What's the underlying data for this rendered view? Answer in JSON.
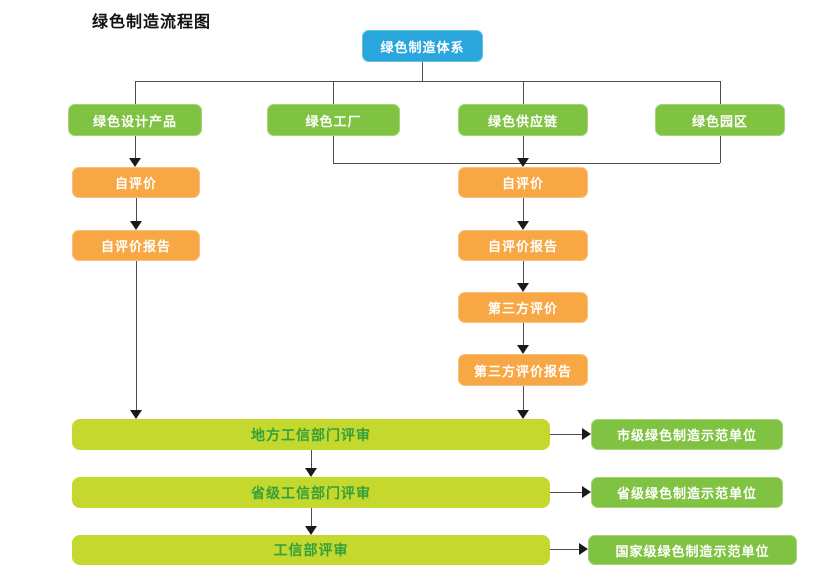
{
  "title": "绿色制造流程图",
  "palette": {
    "root_blue": "#29a7dc",
    "category_green": "#80c342",
    "step_orange": "#f7a743",
    "review_yellow_green": "#c5d82d",
    "review_text_green": "#34a03c",
    "connector_line": "#4d4d4d",
    "arrowhead": "#1a1a1a",
    "box_text": "#ffffff",
    "title_text": "#111111"
  },
  "nodes": {
    "root": {
      "label": "绿色制造体系"
    },
    "categories": [
      {
        "label": "绿色设计产品"
      },
      {
        "label": "绿色工厂"
      },
      {
        "label": "绿色供应链"
      },
      {
        "label": "绿色园区"
      }
    ],
    "left_branch": [
      {
        "label": "自评价"
      },
      {
        "label": "自评价报告"
      }
    ],
    "middle_branch": [
      {
        "label": "自评价"
      },
      {
        "label": "自评价报告"
      },
      {
        "label": "第三方评价"
      },
      {
        "label": "第三方评价报告"
      }
    ],
    "review_stages": [
      {
        "label": "地方工信部门评审"
      },
      {
        "label": "省级工信部门评审"
      },
      {
        "label": "工信部评审"
      }
    ],
    "results": [
      {
        "label": "市级绿色制造示范单位"
      },
      {
        "label": "省级绿色制造示范单位"
      },
      {
        "label": "国家级绿色制造示范单位"
      }
    ]
  }
}
